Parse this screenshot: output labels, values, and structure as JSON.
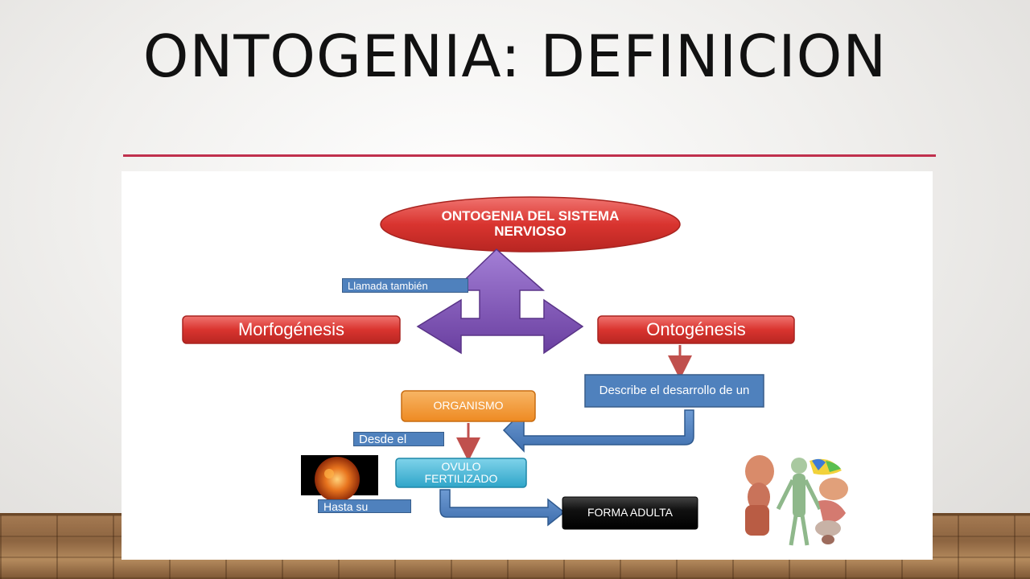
{
  "slide": {
    "title": "ONTOGENIA:  DEFINICION"
  },
  "diagram": {
    "top_node": "ONTOGENIA DEL SISTEMA NERVIOSO",
    "left_node": "Morfogénesis",
    "right_node": "Ontogénesis",
    "label_llamada": "Llamada también",
    "describe_box": "Describe el desarrollo de un",
    "organismo": "ORGANISMO",
    "desde_label": "Desde el",
    "ovulo": "OVULO FERTILIZADO",
    "hasta_label": "Hasta su",
    "forma_adulta": "FORMA ADULTA"
  },
  "colors": {
    "accent_rule": "#c0304d",
    "red_node": "#d9342f",
    "purple_arrow": "#7b4fb0",
    "blue_box": "#4f81bd",
    "orange_box": "#f39b3a",
    "cyan_box": "#4bb8d8",
    "black_box": "#111111"
  }
}
